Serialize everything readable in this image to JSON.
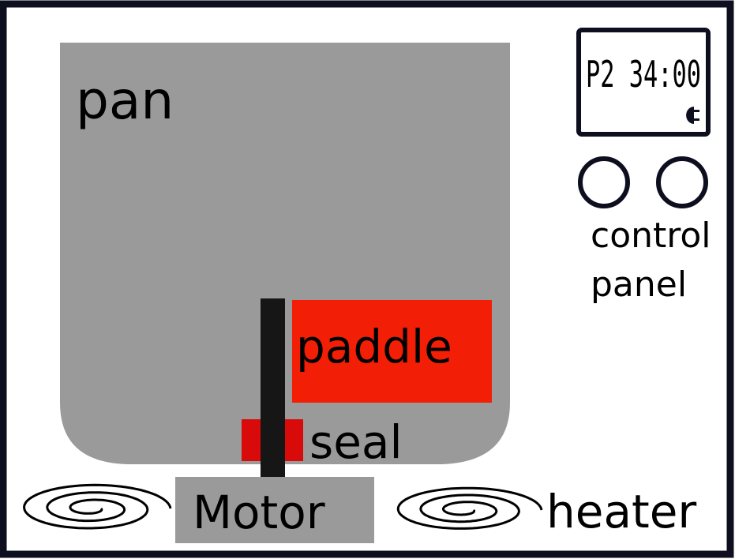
{
  "labels": {
    "pan": "pan",
    "paddle": "paddle",
    "seal": "seal",
    "motor": "Motor",
    "heater": "heater",
    "control_panel_line1": "control",
    "control_panel_line2": "panel"
  },
  "display": {
    "text": "P2 34:00"
  },
  "colors": {
    "frame": "#0d0f1f",
    "pan": "#9a9a9a",
    "paddle": "#f21e06",
    "seal": "#d90a0a",
    "shaft": "#161616",
    "motor": "#9a9a9a"
  },
  "icons": {
    "display_indicator": "plug-icon",
    "heater_coil": "spiral-coil-icon"
  }
}
